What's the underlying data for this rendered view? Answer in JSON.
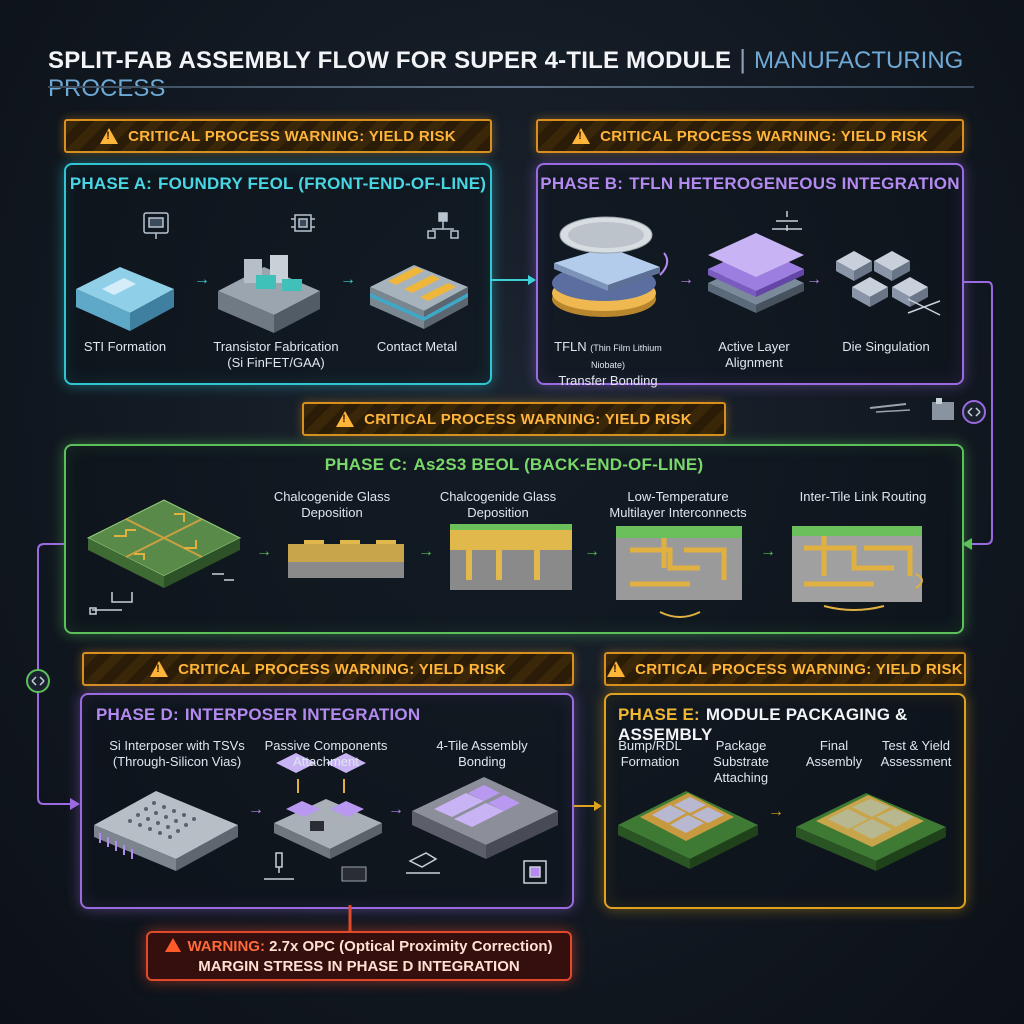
{
  "header": {
    "title": "SPLIT-FAB ASSEMBLY FLOW FOR SUPER 4-TILE MODULE",
    "separator": "|",
    "subtitle": "MANUFACTURING PROCESS"
  },
  "warnings": {
    "yield_risk": "CRITICAL PROCESS WARNING: YIELD RISK"
  },
  "phase_a": {
    "prefix": "PHASE A:",
    "title": "FOUNDRY FEOL (FRONT-END-OF-LINE)",
    "steps": [
      {
        "line1": "STI Formation",
        "line2": ""
      },
      {
        "line1": "Transistor Fabrication",
        "line2": "(Si FinFET/GAA)"
      },
      {
        "line1": "Contact Metal",
        "line2": ""
      }
    ]
  },
  "phase_b": {
    "prefix": "PHASE B:",
    "title": "TFLN HETEROGENEOUS INTEGRATION",
    "steps": [
      {
        "line1a": "TFLN",
        "line1b": "(Thin Film Lithium Niobate)",
        "line2": "Transfer Bonding"
      },
      {
        "line1": "Active Layer",
        "line2": "Alignment"
      },
      {
        "line1": "Die Singulation",
        "line2": ""
      }
    ]
  },
  "phase_c": {
    "prefix": "PHASE C:",
    "title": "As2S3 BEOL (BACK-END-OF-LINE)",
    "steps": [
      {
        "line1": "Chalcogenide Glass",
        "line2": "Deposition"
      },
      {
        "line1": "Chalcogenide Glass",
        "line2": "Deposition"
      },
      {
        "line1": "Low-Temperature",
        "line2": "Multilayer Interconnects"
      },
      {
        "line1": "Inter-Tile Link Routing",
        "line2": ""
      }
    ]
  },
  "phase_d": {
    "prefix": "PHASE D:",
    "title": "INTERPOSER INTEGRATION",
    "steps": [
      {
        "line1": "Si Interposer with TSVs",
        "line2": "(Through-Silicon Vias)"
      },
      {
        "line1": "Passive Components",
        "line2": "Attachment"
      },
      {
        "line1": "4-Tile Assembly",
        "line2": "Bonding"
      }
    ]
  },
  "phase_e": {
    "prefix": "PHASE E:",
    "title": "MODULE PACKAGING & ASSEMBLY",
    "steps": [
      {
        "line1": "Bump/RDL",
        "line2": "Formation"
      },
      {
        "line1": "Package",
        "line2": "Substrate",
        "line3": "Attaching"
      },
      {
        "line1": "Final",
        "line2": "Assembly"
      },
      {
        "line1": "Test & Yield",
        "line2": "Assessment"
      }
    ]
  },
  "alert": {
    "tag": "WARNING:",
    "line1": "2.7x OPC (Optical Proximity Correction)",
    "line2": "MARGIN STRESS IN PHASE D INTEGRATION"
  },
  "colors": {
    "phase_a": "#2fc6d4",
    "phase_b": "#9a6be0",
    "phase_c": "#5cc05a",
    "phase_d": "#9a6be0",
    "phase_e": "#e0a21e",
    "warning": "#ffb43a",
    "alert": "#e04a2a"
  },
  "icons": [
    "monitor-icon",
    "chip-icon",
    "network-icon",
    "align-icon",
    "scissors-icon",
    "robot-arm-icon",
    "dispenser-icon",
    "component-icon",
    "flow-node-icon"
  ]
}
